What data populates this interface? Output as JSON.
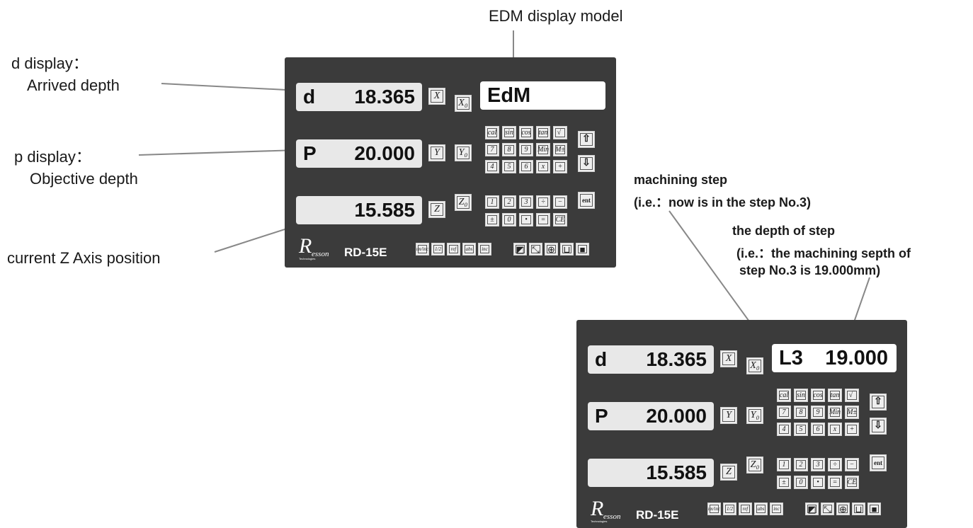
{
  "labels": {
    "edm_model": "EDM display model",
    "d_display_1": "d display：",
    "d_display_2": "Arrived depth",
    "p_display_1": "p display：",
    "p_display_2": "Objective depth",
    "current_z": "current Z Axis position",
    "mach_step_1": "machining step",
    "mach_step_2": "(i.e.：now is in the step No.3)",
    "depth_step_1": "the depth of step",
    "depth_step_2": "(i.e.：the machining septh of",
    "depth_step_3": "step No.3 is 19.000mm)"
  },
  "panel1": {
    "d_letter": "d",
    "d_value": "18.365",
    "p_letter": "P",
    "p_value": "20.000",
    "z_value": "15.585",
    "right_display": "EdM"
  },
  "panel2": {
    "d_letter": "d",
    "d_value": "18.365",
    "p_letter": "P",
    "p_value": "20.000",
    "z_value": "15.585",
    "right_step": "L3",
    "right_value": "19.000"
  },
  "keys": {
    "x": "X",
    "y": "Y",
    "z": "Z",
    "x0": "X₀",
    "y0": "Y₀",
    "z0": "Z₀",
    "row1": [
      "cal",
      "sin",
      "cos",
      "tan",
      "√‾"
    ],
    "row2": [
      "7",
      "8",
      "9",
      "Min",
      "M±"
    ],
    "row3": [
      "4",
      "5",
      "6",
      "x",
      "+"
    ],
    "row4": [
      "1",
      "2",
      "3",
      "÷",
      "−"
    ],
    "row5": [
      "±",
      "0",
      "•",
      "=",
      "CE"
    ],
    "up": "⇧",
    "down": "⇩",
    "ent": "ent",
    "func": [
      "mm/inch",
      "1/2",
      "ref",
      "abs",
      "inc"
    ],
    "icons": [
      "◩",
      "⤡",
      "⊕",
      "⊔",
      "■"
    ]
  },
  "brand": {
    "letter": "R",
    "rest": "esson",
    "tag": "Technologies",
    "model": "RD-15E"
  }
}
